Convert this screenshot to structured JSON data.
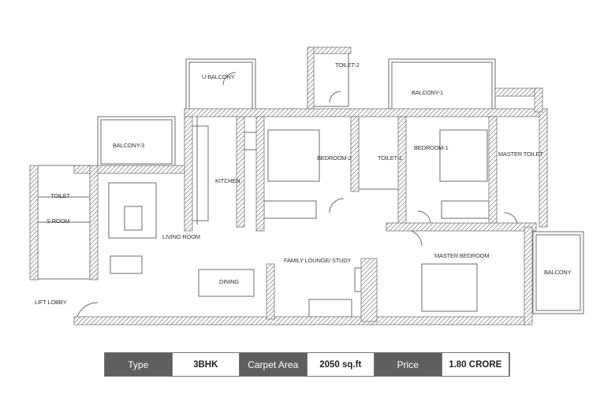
{
  "floor_plan": {
    "rooms": [
      {
        "id": "u_balcony",
        "label": "U BALCONY"
      },
      {
        "id": "toilet_2",
        "label": "TOILET-2"
      },
      {
        "id": "balcony_1",
        "label": "BALCONY-1"
      },
      {
        "id": "balcony_3",
        "label": "BALCONY-3"
      },
      {
        "id": "kitchen",
        "label": "KITCHEN"
      },
      {
        "id": "bedroom_2",
        "label": "BEDROOM-2"
      },
      {
        "id": "toilet_1",
        "label": "TOILET-1"
      },
      {
        "id": "bedroom_1",
        "label": "BEDROOM-1"
      },
      {
        "id": "master_toilet",
        "label": "MASTER TOILET"
      },
      {
        "id": "toilet",
        "label": "TOILET"
      },
      {
        "id": "s_room",
        "label": "S ROOM"
      },
      {
        "id": "living_room",
        "label": "LIVING ROOM"
      },
      {
        "id": "family_lounge",
        "label": "FAMILY LOUNGE/ STUDY"
      },
      {
        "id": "master_bedroom",
        "label": "MASTER BEDROOM"
      },
      {
        "id": "dining",
        "label": "DINING"
      },
      {
        "id": "balcony",
        "label": "BALCONY"
      },
      {
        "id": "lift_lobby",
        "label": "LIFT LOBBY"
      }
    ],
    "colors": {
      "wall_hatch": "#999999",
      "wall_solid": "#a8a8a8",
      "line": "#6b6b6b"
    }
  },
  "specs": {
    "type_label": "Type",
    "type_value": "3BHK",
    "area_label": "Carpet Area",
    "area_value": "2050 sq.ft",
    "price_label": "Price",
    "price_value": "1.80 CRORE",
    "header_bg": "#5f5f5f"
  }
}
